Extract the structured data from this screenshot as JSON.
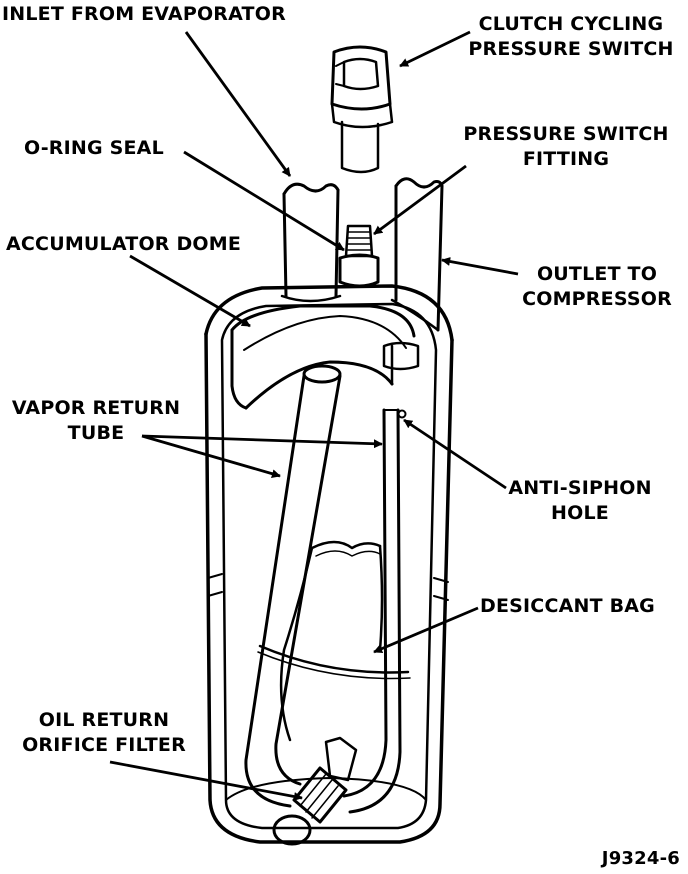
{
  "colors": {
    "ink": "#000000",
    "paper": "#ffffff"
  },
  "labels": {
    "inlet": "INLET FROM EVAPORATOR",
    "clutch_1": "CLUTCH CYCLING",
    "clutch_2": "PRESSURE SWITCH",
    "oring": "O-RING SEAL",
    "fitting_1": "PRESSURE SWITCH",
    "fitting_2": "FITTING",
    "dome": "ACCUMULATOR DOME",
    "outlet_1": "OUTLET TO",
    "outlet_2": "COMPRESSOR",
    "vapor_1": "VAPOR RETURN",
    "vapor_2": "TUBE",
    "siphon_1": "ANTI-SIPHON",
    "siphon_2": "HOLE",
    "desiccant": "DESICCANT BAG",
    "oil_1": "OIL RETURN",
    "oil_2": "ORIFICE FILTER",
    "figure_id": "J9324-6"
  }
}
